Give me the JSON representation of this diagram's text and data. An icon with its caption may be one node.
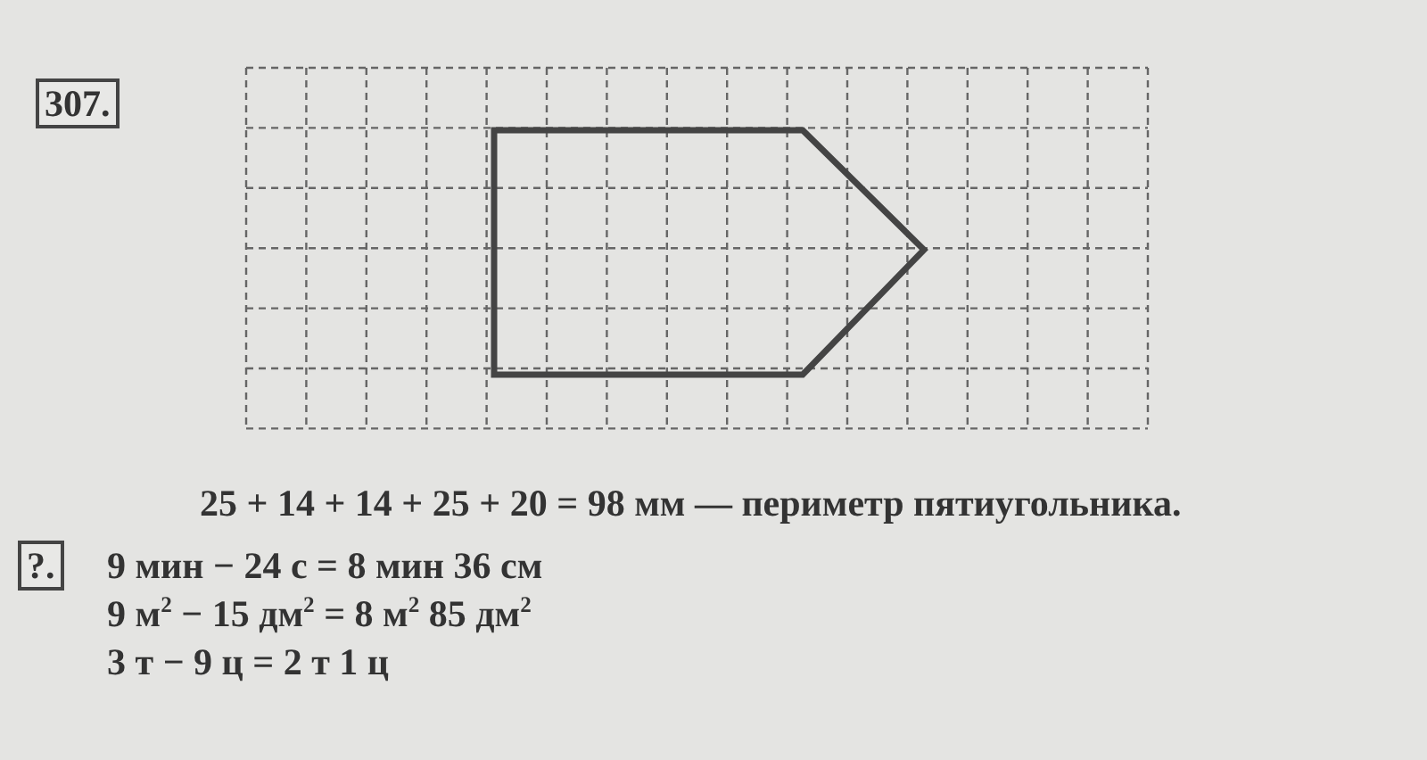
{
  "diagram": {
    "nodes": [
      {
        "text": [
          "307."
        ]
      },
      {
        "text": [
          "?."
        ]
      }
    ],
    "labels": [
      "25 + 14 + 14 + 25 + 20 = 98 мм — периметр пятиугольника.",
      "9 мин − 24 с = 8 мин 36 см",
      "9 м$^{2}$ − 15 дм$^{2}$ = 8 м$^{2}$ 85 дм$^{2}$",
      "3 т − 9 ц = 2 т 1 ц"
    ]
  }
}
